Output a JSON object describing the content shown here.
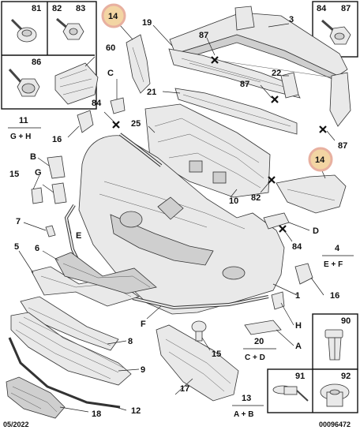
{
  "callouts": {
    "n1": "1",
    "n3": "3",
    "n4": "4",
    "n5": "5",
    "n6": "6",
    "n7": "7",
    "n8": "8",
    "n9": "9",
    "n10": "10",
    "n11": "11",
    "n12": "12",
    "n13": "13",
    "n14a": "14",
    "n14b": "14",
    "n15a": "15",
    "n15b": "15",
    "n16a": "16",
    "n16b": "16",
    "n17": "17",
    "n18": "18",
    "n19": "19",
    "n20": "20",
    "n21": "21",
    "n22": "22",
    "n25": "25",
    "n60": "60",
    "n81": "81",
    "n82a": "82",
    "n82b": "82",
    "n83": "83",
    "n84a": "84",
    "n84b": "84",
    "n84c": "84",
    "n86": "86",
    "n87a": "87",
    "n87b": "87",
    "n87c": "87",
    "n87d": "87",
    "n90": "90",
    "n91": "91",
    "n92": "92",
    "A": "A",
    "B": "B",
    "C": "C",
    "D": "D",
    "E": "E",
    "F": "F",
    "G": "G",
    "H": "H"
  },
  "groups": {
    "g11": "G + H",
    "g4": "E + F",
    "g20": "C + D",
    "g13": "A + B"
  },
  "footer": {
    "date": "05/2022",
    "ref": "00096472"
  }
}
